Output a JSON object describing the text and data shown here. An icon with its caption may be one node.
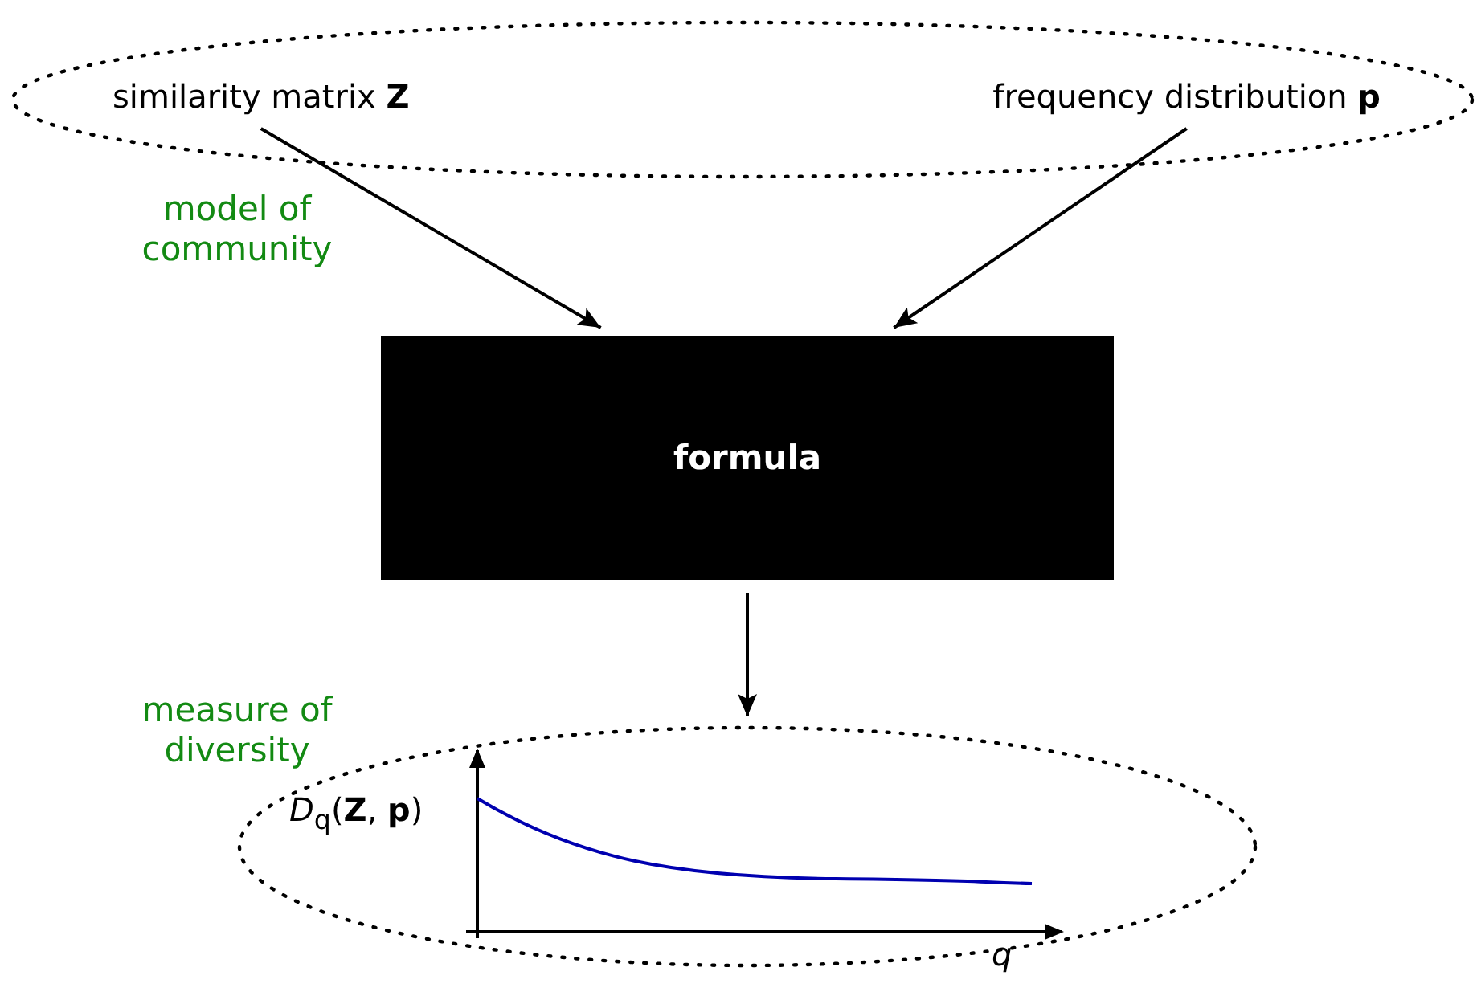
{
  "diagram": {
    "nodes": [
      {
        "text": [
          "model of community"
        ]
      },
      {
        "text": [
          "similarity matrix **Z**"
        ],
        "in": 0
      },
      {
        "text": [
          "frequency distribution **p**"
        ],
        "in": 0
      },
      {
        "text": [
          "formula"
        ]
      },
      {
        "text": [
          "measure of diversity"
        ]
      }
    ],
    "edges": [
      {
        "from": 1,
        "to": 3,
        "arrow": "to"
      },
      {
        "from": 2,
        "to": 3,
        "arrow": "to"
      },
      {
        "from": 3,
        "to": 4,
        "arrow": "to"
      }
    ],
    "labels": [
      "*D*$_{q}$(**Z**, **p**)",
      "q"
    ]
  }
}
